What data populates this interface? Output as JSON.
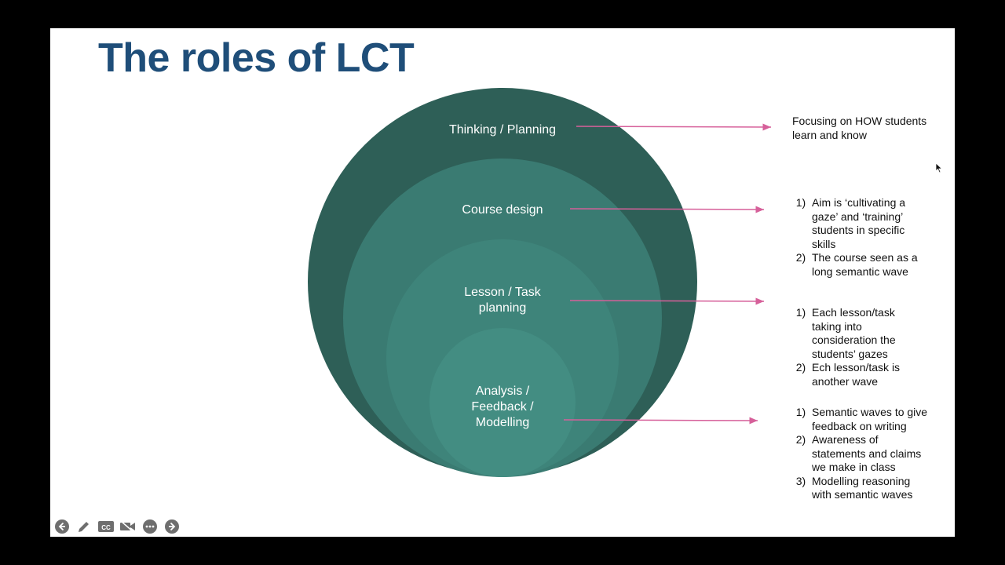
{
  "slide": {
    "title": "The roles of LCT"
  },
  "circles": [
    {
      "label": "Thinking / Planning",
      "color": "#2e5f57"
    },
    {
      "label": "Course design",
      "color": "#3a7b72"
    },
    {
      "label": "Lesson / Task planning",
      "color": "#3e847a"
    },
    {
      "label": "Analysis / Feedback / Modelling",
      "color": "#438d82"
    }
  ],
  "arrow_color": "#d6609a",
  "notes": {
    "thinking": {
      "text": "Focusing on HOW students  learn and know"
    },
    "course": {
      "items": [
        "Aim is ‘cultivating a gaze’ and ‘training’ students in specific skills",
        "The course seen as a long semantic wave"
      ]
    },
    "lesson": {
      "items": [
        "Each lesson/task taking into consideration the students’ gazes",
        "Ech lesson/task is another wave"
      ]
    },
    "analysis": {
      "items": [
        "Semantic waves to give feedback on writing",
        "Awareness of statements and claims we make in class",
        "Modelling reasoning with semantic waves"
      ]
    }
  },
  "controls": [
    {
      "name": "previous-slide-icon"
    },
    {
      "name": "pen-icon"
    },
    {
      "name": "closed-captions-icon"
    },
    {
      "name": "video-off-icon"
    },
    {
      "name": "more-options-icon"
    },
    {
      "name": "next-slide-icon"
    }
  ]
}
